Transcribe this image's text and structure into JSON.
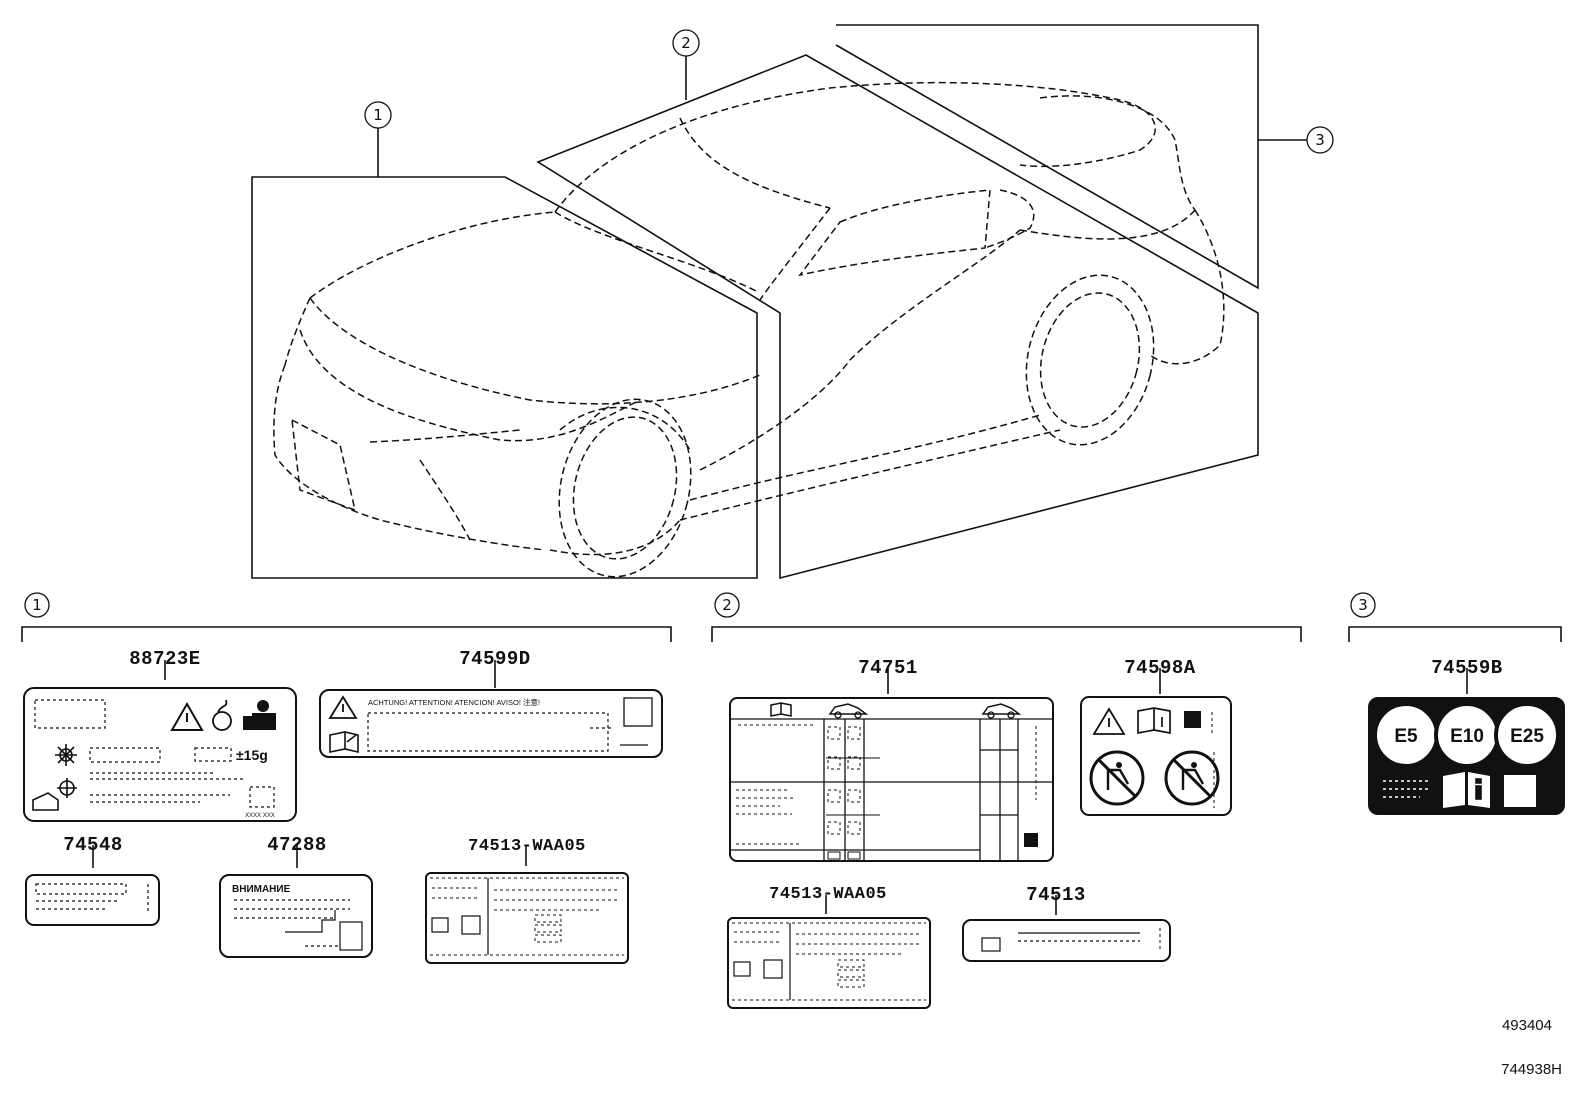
{
  "callouts": [
    {
      "num": "1"
    },
    {
      "num": "2"
    },
    {
      "num": "3"
    }
  ],
  "group_headers": [
    {
      "num": "1"
    },
    {
      "num": "2"
    },
    {
      "num": "3"
    }
  ],
  "parts": {
    "p88723E": "88723E",
    "p74599D": "74599D",
    "p74548": "74548",
    "p47288": "47288",
    "p74513_WAA05_a": "74513-WAA05",
    "p74751": "74751",
    "p74598A": "74598A",
    "p74513_WAA05_b": "74513-WAA05",
    "p74513": "74513",
    "p74559B": "74559B"
  },
  "label_texts": {
    "ac_amount": "±15g",
    "ac_serial": "XXXX XXX",
    "warning_langs": "ACHTUNG!  ATTENTION!  ATENCION!  AVISO!  注意!",
    "russian_warning": "ВНИМАНИЕ",
    "fuel_e5": "E5",
    "fuel_e10": "E10",
    "fuel_e25": "E25"
  },
  "references": {
    "illustration_code": "493404",
    "sheet_code": "744938H"
  }
}
